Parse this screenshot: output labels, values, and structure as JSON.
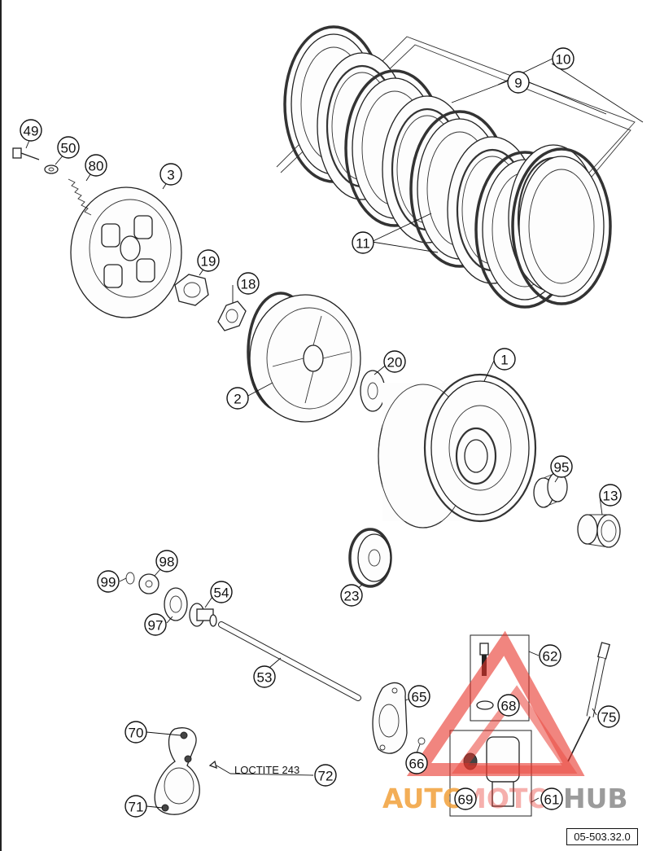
{
  "callouts": [
    "1",
    "2",
    "3",
    "9",
    "10",
    "11",
    "13",
    "18",
    "19",
    "20",
    "23",
    "49",
    "50",
    "53",
    "54",
    "61",
    "62",
    "65",
    "66",
    "68",
    "69",
    "70",
    "71",
    "72",
    "75",
    "80",
    "95",
    "97",
    "98",
    "99"
  ],
  "annotation": "LOCTITE 243",
  "reference_code": "05-503.32.0",
  "watermark": {
    "left": "AUTO",
    "middle": "MOTO",
    "right": "HUB"
  },
  "colors": {
    "line": "#222222",
    "watermark_red": "#e8332a",
    "watermark_orange": "#f2a03a",
    "watermark_gray": "#8a8a8a"
  }
}
